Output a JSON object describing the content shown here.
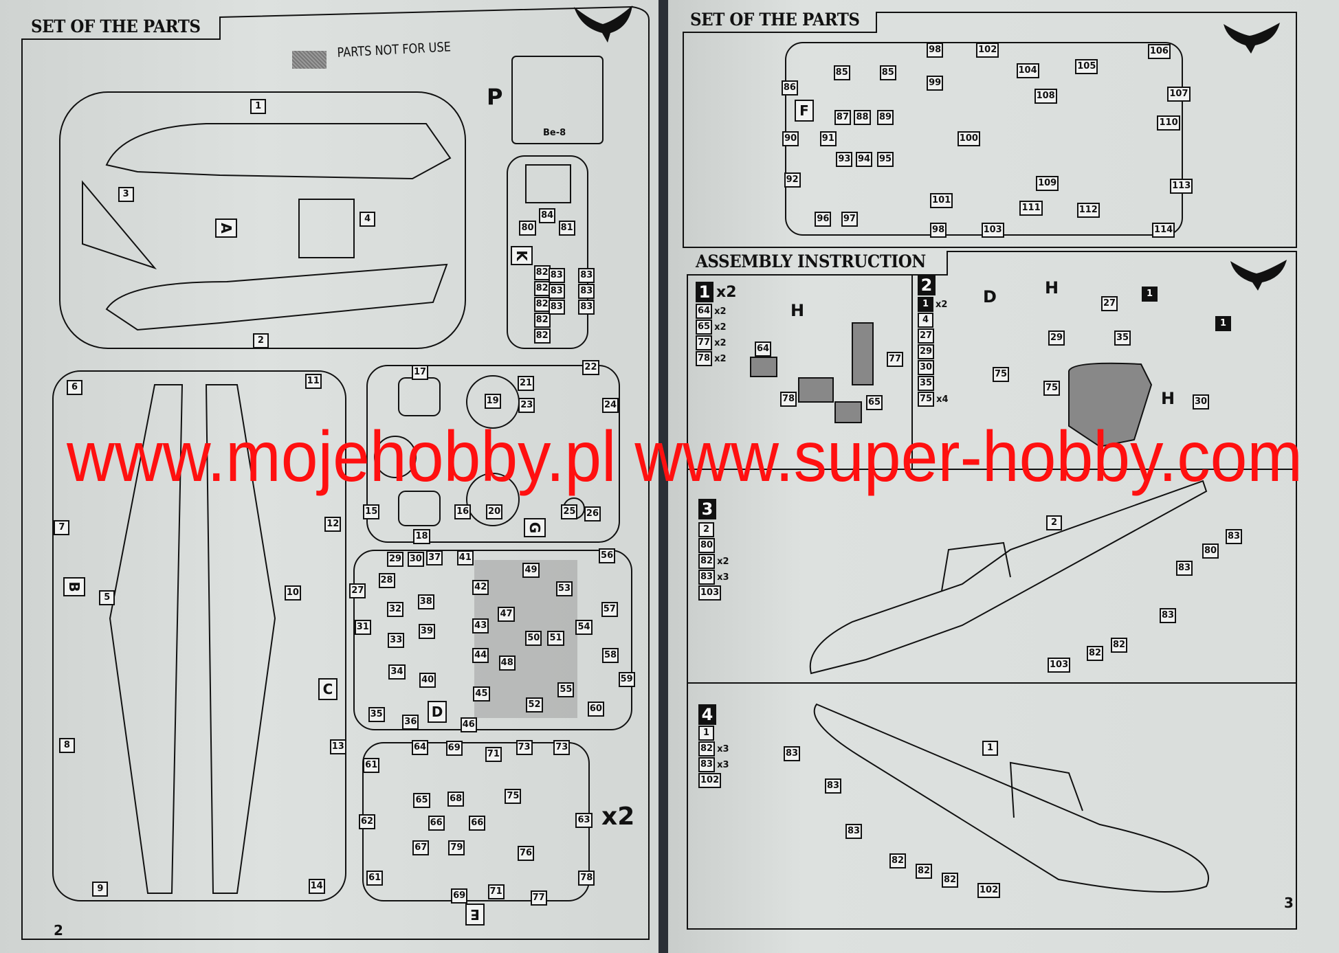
{
  "left_page": {
    "title": "SET OF THE PARTS",
    "legend_text": "PARTS NOT FOR USE",
    "page_number": "2",
    "multiplier_E": "x2",
    "letters": {
      "A": "A",
      "P": "P",
      "K": "K",
      "B": "B",
      "C": "C",
      "G": "G",
      "D": "D",
      "E": "E"
    },
    "photoetch_caption": "Be-8"
  },
  "sprues": {
    "A": {
      "parts": [
        "1",
        "2",
        "3",
        "4"
      ]
    },
    "K": {
      "parts": [
        "84",
        "80",
        "81",
        "82",
        "82",
        "82",
        "82",
        "82",
        "83",
        "83",
        "83",
        "83",
        "83",
        "83"
      ]
    },
    "BC": {
      "parts": [
        "6",
        "11",
        "7",
        "12",
        "5",
        "10",
        "8",
        "13",
        "9",
        "14"
      ]
    },
    "G": {
      "parts": [
        "17",
        "21",
        "22",
        "19",
        "23",
        "24",
        "16",
        "25",
        "20",
        "18",
        "26",
        "15"
      ]
    },
    "D": {
      "parts": [
        "29",
        "30",
        "37",
        "41",
        "56",
        "27",
        "28",
        "49",
        "42",
        "53",
        "32",
        "38",
        "47",
        "57",
        "31",
        "39",
        "43",
        "54",
        "33",
        "50",
        "51",
        "44",
        "58",
        "34",
        "48",
        "40",
        "59",
        "45",
        "55",
        "52",
        "60",
        "35",
        "36",
        "46"
      ]
    },
    "E": {
      "parts": [
        "64",
        "69",
        "71",
        "73",
        "73",
        "61",
        "65",
        "75",
        "68",
        "62",
        "66",
        "66",
        "63",
        "67",
        "79",
        "76",
        "61",
        "78",
        "71",
        "69",
        "77"
      ]
    },
    "F": {
      "parts": [
        "98",
        "102",
        "106",
        "85",
        "85",
        "104",
        "105",
        "107",
        "86",
        "99",
        "108",
        "87",
        "88",
        "89",
        "110",
        "90",
        "91",
        "100",
        "93",
        "94",
        "95",
        "92",
        "109",
        "113",
        "101",
        "111",
        "112",
        "96",
        "97",
        "98",
        "103",
        "114"
      ]
    }
  },
  "right_page": {
    "title": "SET OF THE PARTS",
    "sprue_letter": "F",
    "assembly_title": "ASSEMBLY INSTRUCTION",
    "page_number": "3",
    "steps": [
      {
        "number": "1",
        "multiplier": "x2",
        "parts": [
          {
            "id": "64",
            "qty": "x2"
          },
          {
            "id": "65",
            "qty": "x2"
          },
          {
            "id": "77",
            "qty": "x2"
          },
          {
            "id": "78",
            "qty": "x2"
          }
        ],
        "callouts": [
          "H",
          "64",
          "77",
          "78",
          "65"
        ]
      },
      {
        "number": "2",
        "multiplier": "",
        "parts": [
          {
            "id": "1",
            "qty": "x2",
            "inverted": true
          },
          {
            "id": "4",
            "qty": ""
          },
          {
            "id": "27",
            "qty": ""
          },
          {
            "id": "29",
            "qty": ""
          },
          {
            "id": "30",
            "qty": ""
          },
          {
            "id": "35",
            "qty": ""
          },
          {
            "id": "75",
            "qty": "x4"
          }
        ],
        "callouts": [
          "D",
          "H",
          "27",
          "29",
          "35",
          "1",
          "1",
          "75",
          "75",
          "30",
          "H"
        ]
      },
      {
        "number": "3",
        "multiplier": "",
        "parts": [
          {
            "id": "2",
            "qty": ""
          },
          {
            "id": "80",
            "qty": ""
          },
          {
            "id": "82",
            "qty": "x2"
          },
          {
            "id": "83",
            "qty": "x3"
          },
          {
            "id": "103",
            "qty": ""
          }
        ],
        "callouts": [
          "2",
          "83",
          "80",
          "83",
          "83",
          "82",
          "82",
          "103"
        ]
      },
      {
        "number": "4",
        "multiplier": "",
        "parts": [
          {
            "id": "1",
            "qty": ""
          },
          {
            "id": "82",
            "qty": "x3"
          },
          {
            "id": "83",
            "qty": "x3"
          },
          {
            "id": "102",
            "qty": ""
          }
        ],
        "callouts": [
          "1",
          "83",
          "83",
          "83",
          "82",
          "82",
          "82",
          "102"
        ]
      }
    ]
  },
  "watermark": {
    "text": "www.mojehobby.pl www.super-hobby.com",
    "color": "#ff1010"
  },
  "colors": {
    "paper": "#d9dddb",
    "ink": "#111111",
    "background": "#2b2f36"
  }
}
